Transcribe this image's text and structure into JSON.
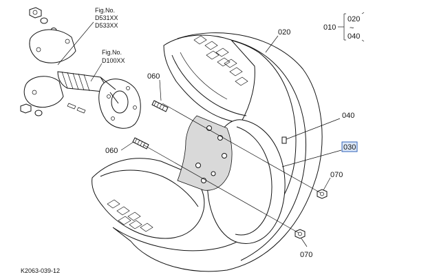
{
  "figure": {
    "fig_ref_1": {
      "heading": "Fig.No.",
      "line1": "D531XX",
      "line2": "D533XX"
    },
    "fig_ref_2": {
      "heading": "Fig.No.",
      "line1": "D100XX"
    },
    "assembly": {
      "code": "010",
      "range_top": "020",
      "tilde": "~",
      "range_bottom": "040"
    },
    "callouts": {
      "tire": "020",
      "stud_upper": "060",
      "stud_lower": "060",
      "valve": "040",
      "rim": "030",
      "nut_right": "070",
      "nut_bottom": "070"
    },
    "drawing_code": "K2063-039-12"
  },
  "colors": {
    "highlight_fill": "#dbe7f7",
    "highlight_border": "#2f62b8",
    "line": "#111111"
  }
}
